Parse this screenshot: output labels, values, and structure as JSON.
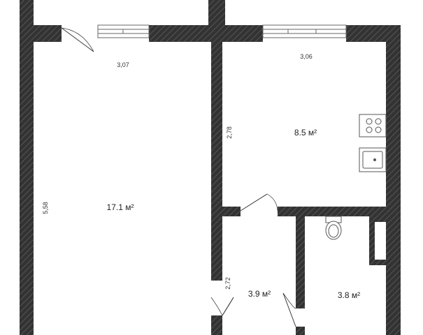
{
  "colors": {
    "wall": "#333333",
    "wall_hatch": "#555555",
    "window_frame": "#666666",
    "door_line": "#333333",
    "text": "#222222",
    "fixture": "#555555",
    "background": "#ffffff"
  },
  "rooms": [
    {
      "area": "17.1 м²"
    },
    {
      "area": "8.5 м²"
    },
    {
      "area": "3.9 м²"
    },
    {
      "area": "3.8 м²"
    }
  ],
  "dimensions": {
    "main_room_width": "3,07",
    "main_room_length": "5,58",
    "kitchen_width": "3,06",
    "kitchen_length": "2,78",
    "hall_length": "2,72"
  },
  "icons": {
    "stove": "stove-icon",
    "sink": "sink-icon",
    "toilet": "toilet-icon"
  }
}
